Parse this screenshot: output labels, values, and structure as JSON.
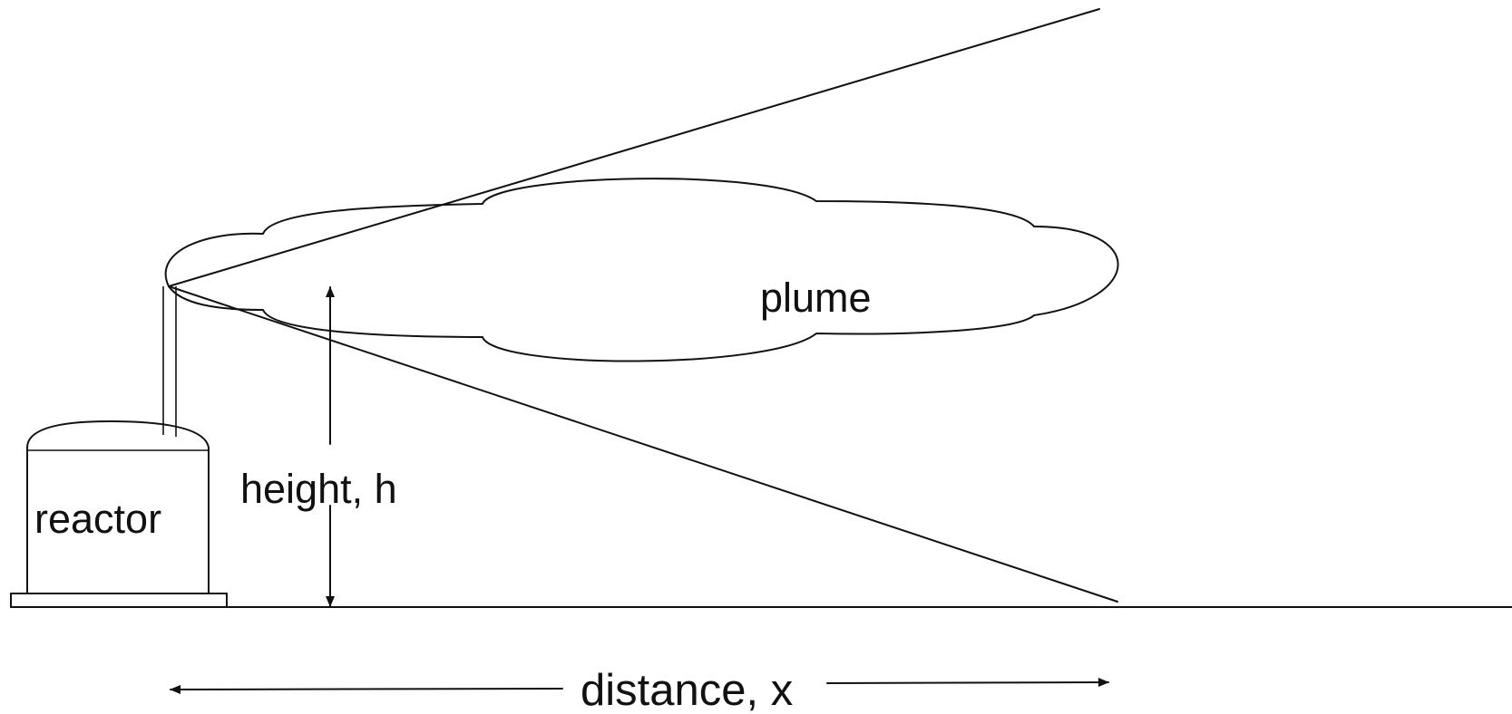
{
  "labels": {
    "reactor": "reactor",
    "plume": "plume",
    "height": "height, h",
    "distance": "distance, x"
  },
  "colors": {
    "ink": "#111111",
    "background": "#ffffff"
  }
}
